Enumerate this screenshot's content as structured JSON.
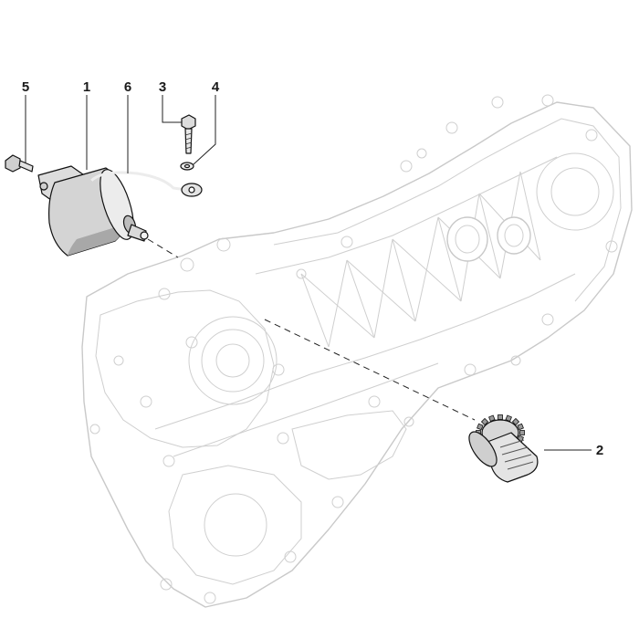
{
  "diagram": {
    "callouts": [
      {
        "id": "c1",
        "label": "1"
      },
      {
        "id": "c2",
        "label": "2"
      },
      {
        "id": "c3",
        "label": "3"
      },
      {
        "id": "c4",
        "label": "4"
      },
      {
        "id": "c5",
        "label": "5"
      },
      {
        "id": "c6",
        "label": "6"
      }
    ],
    "colors": {
      "ink": "#1a1a1a",
      "case_outline": "#c9c9c9",
      "part_fill": "#e6e6e6",
      "part_shade": "#9a9a9a"
    }
  }
}
